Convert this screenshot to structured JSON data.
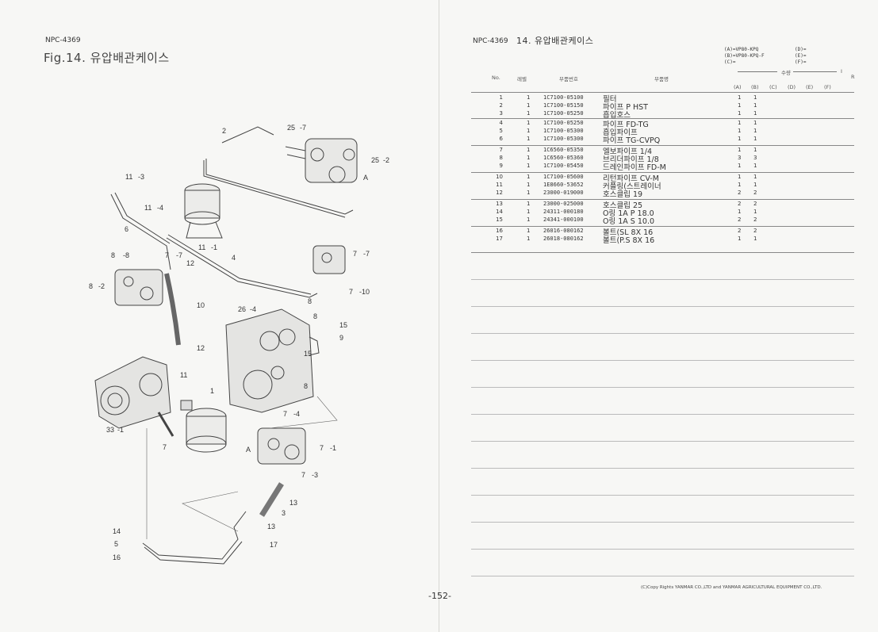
{
  "left": {
    "code": "NPC-4369",
    "title": "Fig.14.  유압배관케이스",
    "page_number": "-152-",
    "callouts": [
      "2",
      "25",
      "-7",
      "11",
      "-3",
      "6",
      "-4",
      "11",
      "-1",
      "8",
      "-8",
      "7",
      "-7",
      "12",
      "4",
      "8",
      "-2",
      "10",
      "26",
      "-4",
      "8",
      "8",
      "15",
      "9",
      "12",
      "15",
      "8",
      "11",
      "1",
      "7",
      "-4",
      "33",
      "-1",
      "A",
      "7",
      "-1",
      "7",
      "-3",
      "13",
      "3",
      "13",
      "14",
      "5",
      "16",
      "17",
      "25",
      "-2",
      "A",
      "7",
      "-7",
      "7",
      "-10"
    ]
  },
  "right": {
    "code": "NPC-4369",
    "title": "14.  유압배관케이스",
    "models_col1": [
      "(A)=VP80-KPQ",
      "(B)=VP80-KPQ-F",
      "(C)="
    ],
    "models_col2": [
      "(D)=",
      "(E)=",
      "(F)="
    ],
    "headers": {
      "no": "No.",
      "level": "레벨",
      "part_no": "부품번호",
      "name": "부품명",
      "qty": "수량",
      "i": "I",
      "r": "R"
    },
    "qty_cols": [
      "(A)",
      "(B)",
      "(C)",
      "(D)",
      "(E)",
      "(F)"
    ],
    "rows": [
      {
        "no": "1",
        "lv": "1",
        "pn": "1C7100-05100",
        "nm": "필터",
        "a": "1",
        "b": "1"
      },
      {
        "no": "2",
        "lv": "1",
        "pn": "1C7100-05150",
        "nm": "파이프 P HST",
        "a": "1",
        "b": "1"
      },
      {
        "no": "3",
        "lv": "1",
        "pn": "1C7100-05250",
        "nm": "흡입호스",
        "a": "1",
        "b": "1"
      },
      {
        "no": "4",
        "lv": "1",
        "pn": "1C7100-05250",
        "nm": "파이프 FD-TG",
        "a": "1",
        "b": "1"
      },
      {
        "no": "5",
        "lv": "1",
        "pn": "1C7100-05300",
        "nm": "흡입파이프",
        "a": "1",
        "b": "1"
      },
      {
        "no": "6",
        "lv": "1",
        "pn": "1C7100-05300",
        "nm": "파이프 TG-CVPQ",
        "a": "1",
        "b": "1"
      },
      {
        "no": "7",
        "lv": "1",
        "pn": "1C6560-05350",
        "nm": "엘보파이프 1/4",
        "a": "1",
        "b": "1"
      },
      {
        "no": "8",
        "lv": "1",
        "pn": "1C6560-05360",
        "nm": "브리더파이프 1/8",
        "a": "3",
        "b": "3"
      },
      {
        "no": "9",
        "lv": "1",
        "pn": "1C7100-05450",
        "nm": "드레인파이프 FD-M",
        "a": "1",
        "b": "1"
      },
      {
        "no": "10",
        "lv": "1",
        "pn": "1C7100-05600",
        "nm": "리턴파이프 CV-M",
        "a": "1",
        "b": "1"
      },
      {
        "no": "11",
        "lv": "1",
        "pn": "1E8660-53652",
        "nm": "커플링(스트레이너",
        "a": "1",
        "b": "1"
      },
      {
        "no": "12",
        "lv": "1",
        "pn": "23000-019000",
        "nm": "호스클립 19",
        "a": "2",
        "b": "2"
      },
      {
        "no": "13",
        "lv": "1",
        "pn": "23000-025000",
        "nm": "호스클립 25",
        "a": "2",
        "b": "2"
      },
      {
        "no": "14",
        "lv": "1",
        "pn": "24311-000180",
        "nm": "O링 1A P 18.0",
        "a": "1",
        "b": "1"
      },
      {
        "no": "15",
        "lv": "1",
        "pn": "24341-000100",
        "nm": "O링 1A S 10.0",
        "a": "2",
        "b": "2"
      },
      {
        "no": "16",
        "lv": "1",
        "pn": "26016-080162",
        "nm": "볼트(SL 8X 16",
        "a": "2",
        "b": "2"
      },
      {
        "no": "17",
        "lv": "1",
        "pn": "26018-080162",
        "nm": "볼트(P.S  8X 16",
        "a": "1",
        "b": "1"
      }
    ],
    "copyright": "(C)Copy Rights YANMAR CO.,LTD and YANMAR AGRICULTURAL EQUIPMENT CO.,LTD."
  }
}
